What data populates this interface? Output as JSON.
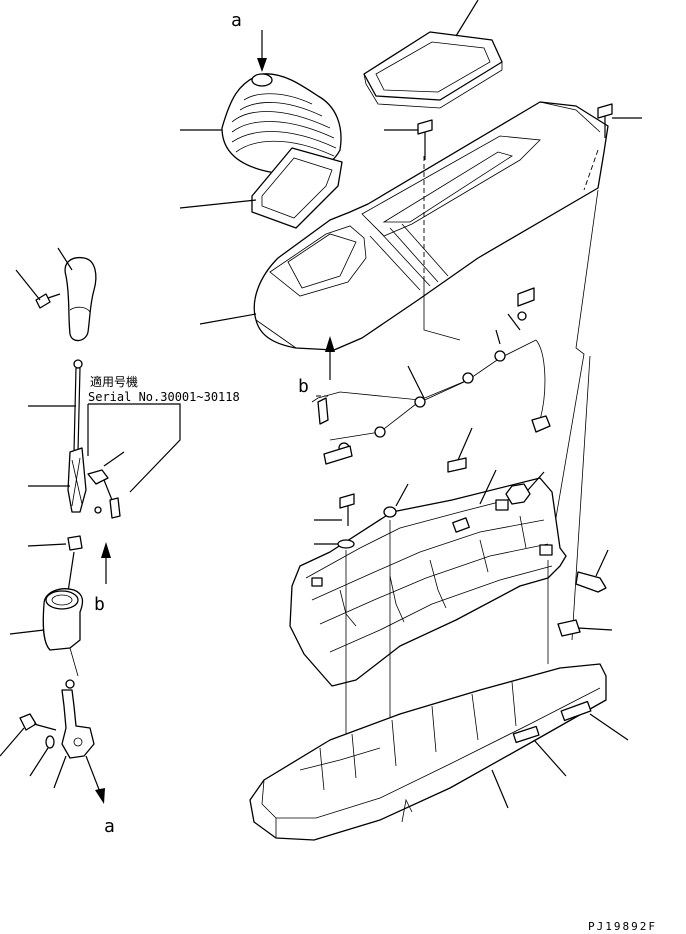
{
  "diagram": {
    "callouts": {
      "view_a_top": "a",
      "view_a_bottom": "a",
      "view_b_right": "b",
      "view_b_left": "b"
    },
    "serial_note": {
      "line1": "適用号機",
      "line2": "Serial No.30001~30118"
    },
    "drawing_number": "PJ19892F"
  }
}
